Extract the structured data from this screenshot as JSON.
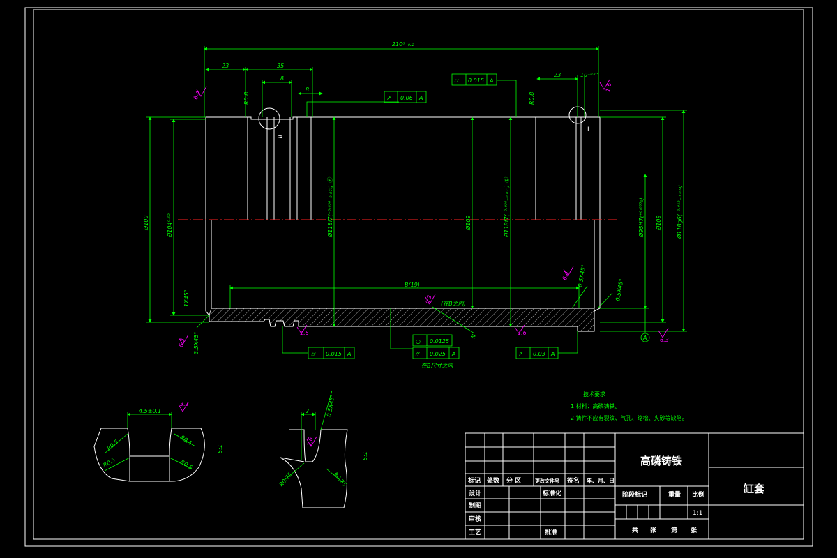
{
  "dimensions": {
    "total_length": "210⁰₋₀.₂",
    "d23_left": "23",
    "d35": "35",
    "d8_a": "8",
    "d8_b": "8",
    "d23_right": "23",
    "d10": "10⁺⁰·⁰⁵",
    "r08_left": "R0.8",
    "r08_right": "R0.8",
    "d_ii": "II",
    "d_i": "I",
    "d_b": "B(19)",
    "d_dia109_left": "Ø109",
    "d_dia104": "Ø104⁰·⁰²",
    "d_dia118_mid": "Ø118f7(⁻⁰·⁰³⁶₋₀.₀₇₁) Ⓔ",
    "d_dia109_mid": "Ø109",
    "d_dia118_mid2": "Ø118f7(⁻⁰·⁰³⁶₋₀.₀₇₁) Ⓔ",
    "d_dia95": "Ø95H7(⁺⁰·⁰³⁵₀)",
    "d_dia109_right": "Ø109",
    "d_dia118_right": "Ø118g6(⁻⁰·⁰¹²₋₀.₀₃₄)",
    "d_1x45": "1X45°",
    "d_35x45": "3.5X45°",
    "d_05x45_a": "0.5X45°",
    "d_05x45_b": "0.5X45°",
    "datum_a": "A",
    "mark_n": "N"
  },
  "roughness": {
    "r63_top_left": "6.3",
    "r16_top_right": "1.6",
    "r63_mid_right": "6.3",
    "r63_bottom_left": "6.3",
    "r16_a": "1.6",
    "r16_b": "1.6",
    "r63_bottom_right": "6.3",
    "r02_center": "0.2",
    "r02_note": "(在B之内)",
    "detail_r32": "3.2",
    "detail_r16": "1.6"
  },
  "tolerances": {
    "fcf_top_left": {
      "symbol": "↗",
      "value": "0.06",
      "datum": "A"
    },
    "fcf_top_right": {
      "symbol": "⌭",
      "value": "0.015",
      "datum": "A"
    },
    "fcf_bottom_left": {
      "symbol": "⌭",
      "value": "0.015",
      "datum": "A"
    },
    "fcf_center_round": {
      "symbol": "○",
      "value": "0.0125"
    },
    "fcf_center_par": {
      "symbol": "//",
      "value": "0.025",
      "datum": "A"
    },
    "fcf_center_note": "在B尺寸之内",
    "fcf_bottom_right": {
      "symbol": "↗",
      "value": "0.03",
      "datum": "A"
    }
  },
  "details": {
    "left_width": "4.5±0.1",
    "left_r05_a": "R0.5",
    "left_r05_b": "R0.5",
    "left_r05_c": "R0.5",
    "left_r05_d": "R0.5",
    "left_scale": "5:1",
    "right_chamfer": "0.5X45°",
    "right_dim2": "2",
    "right_r075_a": "R0.75",
    "right_r075_b": "R0.75",
    "right_scale": "5:1"
  },
  "notes": {
    "title": "技术要求",
    "line1": "1.材料：高磷铸铁。",
    "line2": "2.铸件不应有裂纹、气孔、缩松、夹砂等缺陷。"
  },
  "title_block": {
    "material": "高磷铸铁",
    "part_name": "缸套",
    "h_biaoji": "标记",
    "h_chushu": "处数",
    "h_fenqu": "分  区",
    "h_gengai": "更改文件号",
    "h_qianming": "签名",
    "h_date": "年、月、日",
    "sheji": "设计",
    "biaozhunhua": "标准化",
    "zhitu": "制图",
    "shenhe": "审核",
    "gongyi": "工艺",
    "pizhun": "批准",
    "jieduan": "阶段标记",
    "zhongliang": "重量",
    "bili": "比例",
    "scale_value": "1:1",
    "gong": "共",
    "zhang1": "张",
    "di": "第",
    "zhang2": "张"
  }
}
